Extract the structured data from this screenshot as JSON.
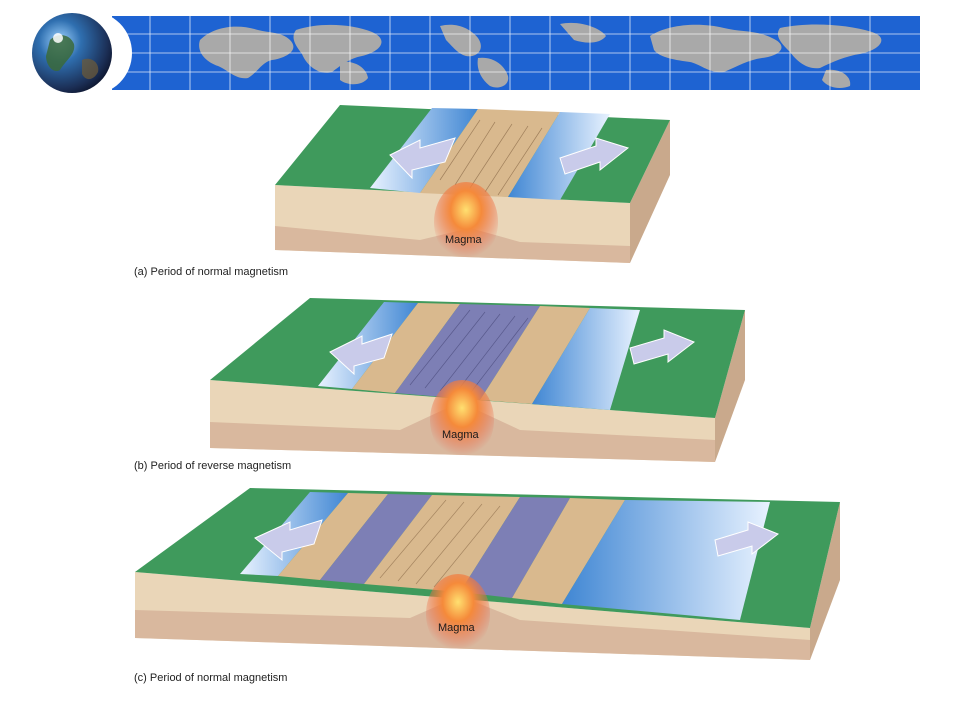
{
  "banner": {
    "colors": {
      "ocean": "#1e63d2",
      "land": "#a9a9a9",
      "grid": "#ffffff"
    },
    "icon": "globe-icon"
  },
  "panels": [
    {
      "caption": "(a)  Period of normal magnetism",
      "magma_label": "Magma",
      "stripes": [
        "normal"
      ]
    },
    {
      "caption": "(b)  Period of reverse magnetism",
      "magma_label": "Magma",
      "stripes": [
        "normal",
        "reverse",
        "normal"
      ]
    },
    {
      "caption": "(c)  Period of normal magnetism",
      "magma_label": "Magma",
      "stripes": [
        "normal",
        "reverse",
        "normal",
        "reverse",
        "normal"
      ]
    }
  ],
  "colors": {
    "land": "#3f9a5c",
    "ocean": "#4a8fd6",
    "normal_band": "#d9b98e",
    "reverse_band": "#7d7fb5",
    "crust": "#ecd9be",
    "mantle": "#d6b59a",
    "magma": "#f26a2e",
    "arrow": "#c9cbea"
  }
}
